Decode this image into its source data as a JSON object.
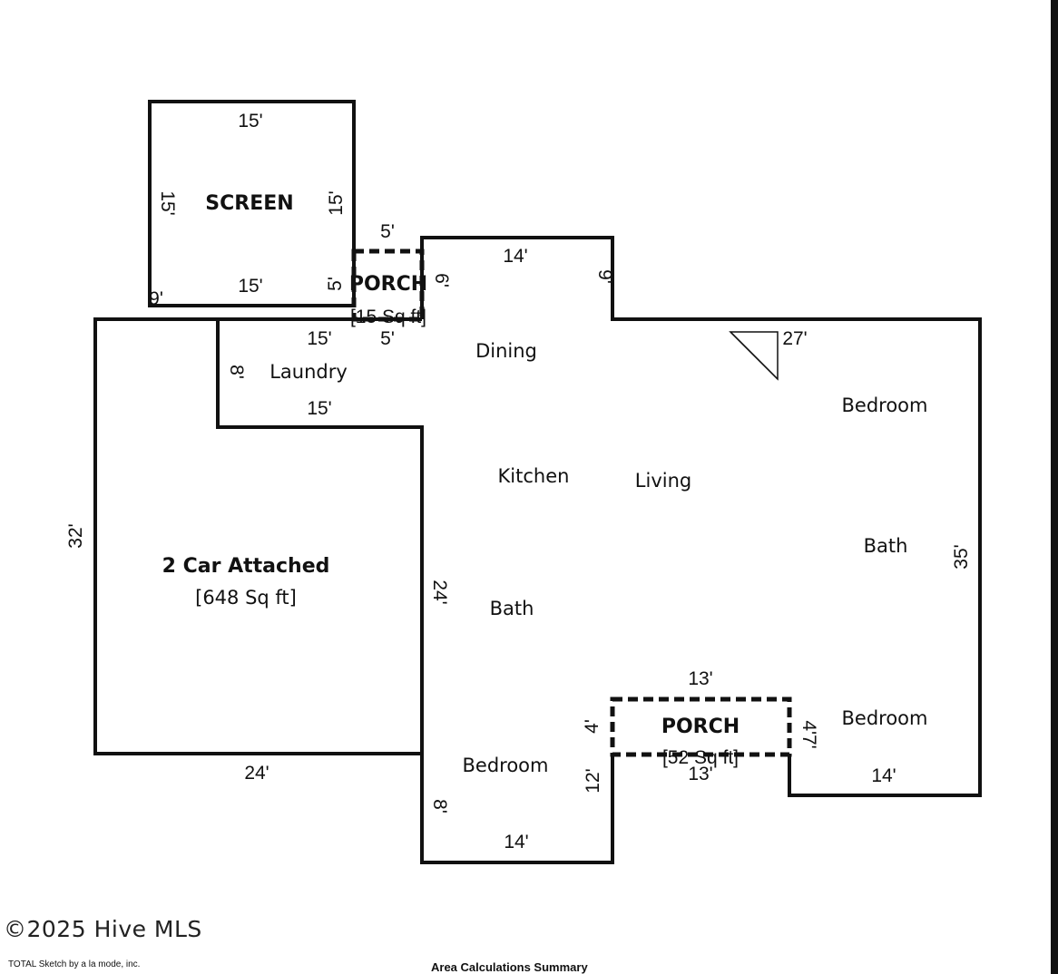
{
  "screen": {
    "name": "SCREEN",
    "dims": {
      "top": "15'",
      "left": "15'",
      "right": "15'",
      "bottom": "15'",
      "corner": "9'"
    }
  },
  "porch_top": {
    "name": "PORCH",
    "area": "[15 Sq ft]",
    "dims": {
      "top": "5'",
      "bottom": "5'",
      "left": "5'",
      "right": "6'"
    }
  },
  "porch_bottom": {
    "name": "PORCH",
    "area": "[52 Sq ft]",
    "dims": {
      "top": "13'",
      "bottom": "13'",
      "left": "4'",
      "right": "4'7'"
    }
  },
  "garage": {
    "name": "2 Car Attached",
    "area": "[648 Sq ft]",
    "dims": {
      "left": "32'",
      "bottom": "24'",
      "right": "24'"
    }
  },
  "laundry": {
    "name": "Laundry",
    "dims": {
      "top": "15'",
      "left": "8'",
      "bottom": "15'"
    }
  },
  "rooms": {
    "dining": "Dining",
    "kitchen": "Kitchen",
    "living": "Living",
    "bath_left": "Bath",
    "bath_right": "Bath",
    "bedroom_top": "Bedroom",
    "bedroom_mid": "Bedroom",
    "bedroom_bottom": "Bedroom"
  },
  "main_dims": {
    "dining_top": "14'",
    "dining_right": "9'",
    "dining_left": "6'",
    "top_right": "27'",
    "right": "35'",
    "bottom_right": "14'",
    "bottom_left": "14'",
    "bedroom_left": "8'",
    "bedroom_right": "12'"
  },
  "footer": {
    "watermark": "©2025 Hive MLS",
    "credit": "TOTAL Sketch by a la mode, inc.",
    "summary": "Area Calculations Summary"
  }
}
